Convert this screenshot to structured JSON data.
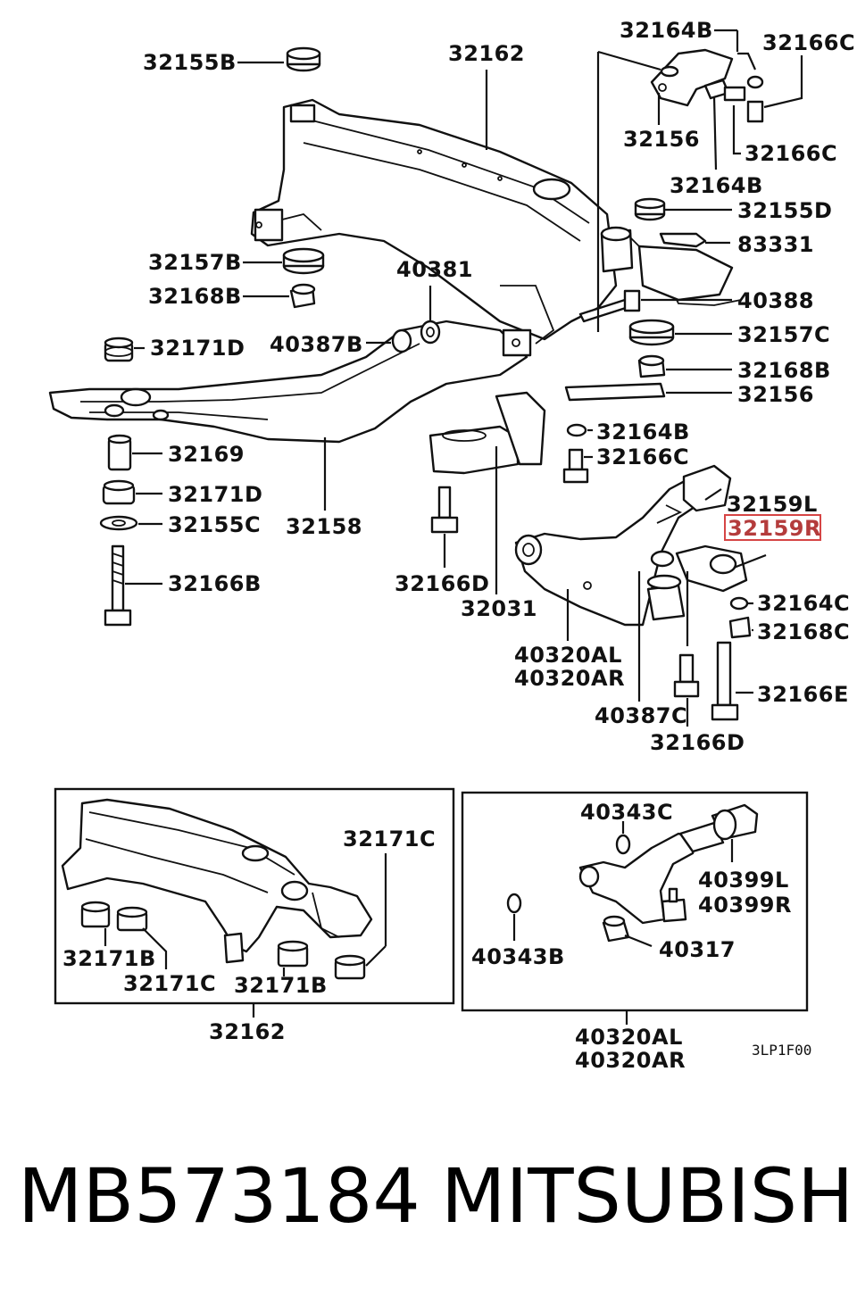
{
  "main_labels": [
    {
      "id": "32155B",
      "text": "32155B"
    },
    {
      "id": "32162",
      "text": "32162"
    },
    {
      "id": "32164B_top",
      "text": "32164B"
    },
    {
      "id": "32166C_top",
      "text": "32166C"
    },
    {
      "id": "32156_top",
      "text": "32156"
    },
    {
      "id": "32166C_mid",
      "text": "32166C"
    },
    {
      "id": "32164B_mid",
      "text": "32164B"
    },
    {
      "id": "32155D",
      "text": "32155D"
    },
    {
      "id": "83331",
      "text": "83331"
    },
    {
      "id": "32157B",
      "text": "32157B"
    },
    {
      "id": "40381",
      "text": "40381"
    },
    {
      "id": "32168B_left",
      "text": "32168B"
    },
    {
      "id": "40388",
      "text": "40388"
    },
    {
      "id": "40387B",
      "text": "40387B"
    },
    {
      "id": "32171D_top",
      "text": "32171D"
    },
    {
      "id": "32157C",
      "text": "32157C"
    },
    {
      "id": "32168B_right",
      "text": "32168B"
    },
    {
      "id": "32156_mid",
      "text": "32156"
    },
    {
      "id": "32164B_low",
      "text": "32164B"
    },
    {
      "id": "32169",
      "text": "32169"
    },
    {
      "id": "32166C_low",
      "text": "32166C"
    },
    {
      "id": "32171D_low",
      "text": "32171D"
    },
    {
      "id": "32159L",
      "text": "32159L"
    },
    {
      "id": "32155C",
      "text": "32155C"
    },
    {
      "id": "32158",
      "text": "32158"
    },
    {
      "id": "32159R",
      "text": "32159R"
    },
    {
      "id": "32166B",
      "text": "32166B"
    },
    {
      "id": "32166D_left",
      "text": "32166D"
    },
    {
      "id": "32164C",
      "text": "32164C"
    },
    {
      "id": "32031",
      "text": "32031"
    },
    {
      "id": "32168C",
      "text": "32168C"
    },
    {
      "id": "40320AL_main",
      "text": "40320AL"
    },
    {
      "id": "40320AR_main",
      "text": "40320AR"
    },
    {
      "id": "32166E",
      "text": "32166E"
    },
    {
      "id": "40387C",
      "text": "40387C"
    },
    {
      "id": "32166D_right",
      "text": "32166D"
    }
  ],
  "inset_left_labels": [
    {
      "id": "32171C_a",
      "text": "32171C"
    },
    {
      "id": "32171B_a",
      "text": "32171B"
    },
    {
      "id": "32171C_b",
      "text": "32171C"
    },
    {
      "id": "32171B_b",
      "text": "32171B"
    },
    {
      "id": "32162_inset",
      "text": "32162"
    }
  ],
  "inset_right_labels": [
    {
      "id": "40343C",
      "text": "40343C"
    },
    {
      "id": "40399L",
      "text": "40399L"
    },
    {
      "id": "40399R",
      "text": "40399R"
    },
    {
      "id": "40343B",
      "text": "40343B"
    },
    {
      "id": "40317",
      "text": "40317"
    },
    {
      "id": "40320AL_inset",
      "text": "40320AL"
    },
    {
      "id": "40320AR_inset",
      "text": "40320AR"
    }
  ],
  "figure_code": "3LP1F00",
  "highlighted_part": "32159R",
  "highlight_color": "#d64545",
  "footer": {
    "part_number": "MB573184",
    "brand": "MITSUBISHI"
  }
}
